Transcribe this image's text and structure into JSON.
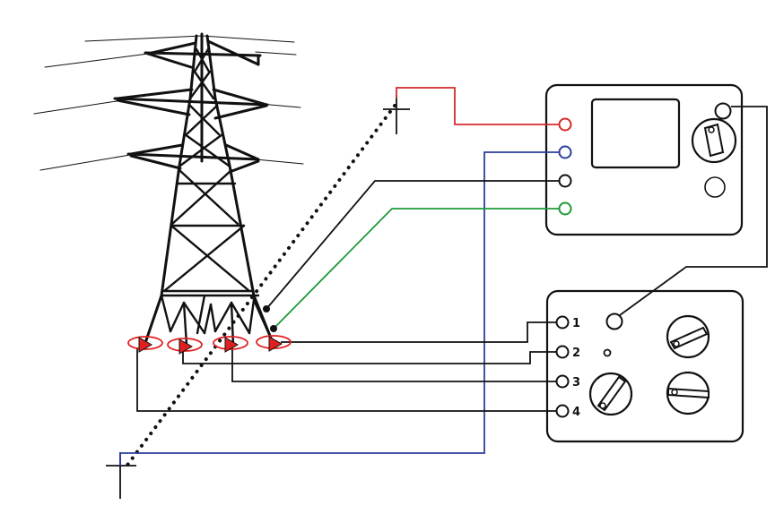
{
  "colors": {
    "line": "#111111",
    "current_probe_lead": "#d42b2b",
    "potential_probe_lead": "#2b3f9a",
    "guard_lead": "#1f9a3a",
    "leg_clamp_marker": "#e02020",
    "background": "#ffffff"
  },
  "icons": {
    "tower": "transmission-tower-icon",
    "probe": "ground-stake-icon",
    "terminal": "terminal-socket-icon",
    "knob": "rotary-knob-icon"
  },
  "multiplexer": {
    "terminals": [
      {
        "label": "1"
      },
      {
        "label": "2"
      },
      {
        "label": "3"
      },
      {
        "label": "4"
      }
    ]
  }
}
